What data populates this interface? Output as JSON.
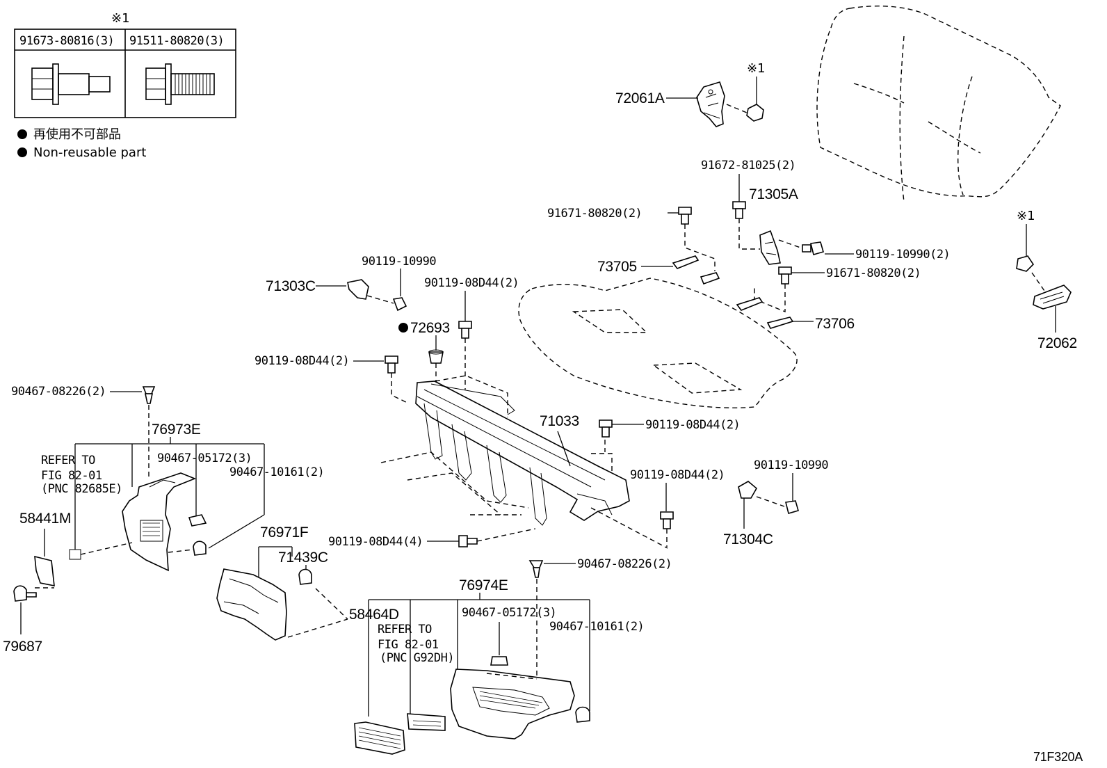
{
  "note_box": {
    "mark": "※1",
    "left_part": "91673-80816(3)",
    "right_part": "91511-80820(3)"
  },
  "legend": {
    "japanese": "再使用不可部品",
    "english": "Non-reusable part"
  },
  "labels": {
    "p72061A": "72061A",
    "mark1_top": "※1",
    "p91672": "91672-81025(2)",
    "p71305A": "71305A",
    "p91671_a": "91671-80820(2)",
    "p90119_10990_2": "90119-10990(2)",
    "p73705": "73705",
    "p91671_b": "91671-80820(2)",
    "p73706": "73706",
    "mark1_right": "※1",
    "p72062": "72062",
    "p90119_10990_top": "90119-10990",
    "p71303C": "71303C",
    "p90119_08D44_top": "90119-08D44(2)",
    "p72693": "72693",
    "p90119_08D44_left": "90119-08D44(2)",
    "p90467_08226_left": "90467-08226(2)",
    "p71033": "71033",
    "p90119_08D44_right": "90119-08D44(2)",
    "p76973E": "76973E",
    "refer1_line1": "REFER TO",
    "refer1_line2": "FIG 82-01",
    "refer1_line3": "(PNC 82685E)",
    "p90467_05172_a": "90467-05172(3)",
    "p90467_10161_a": "90467-10161(2)",
    "p90119_08D44_mid": "90119-08D44(2)",
    "p90119_10990_r": "90119-10990",
    "p58441M": "58441M",
    "p76971F": "76971F",
    "p71439C": "71439C",
    "p71304C": "71304C",
    "p90119_08D44_4": "90119-08D44(4)",
    "p90467_08226_right": "90467-08226(2)",
    "p76974E": "76974E",
    "p58464D": "58464D",
    "refer2_line1": "REFER TO",
    "refer2_line2": "FIG 82-01",
    "refer2_line3": "(PNC G92DH)",
    "p90467_05172_b": "90467-05172(3)",
    "p90467_10161_b": "90467-10161(2)",
    "p79687": "79687",
    "figure_code": "71F320A"
  }
}
